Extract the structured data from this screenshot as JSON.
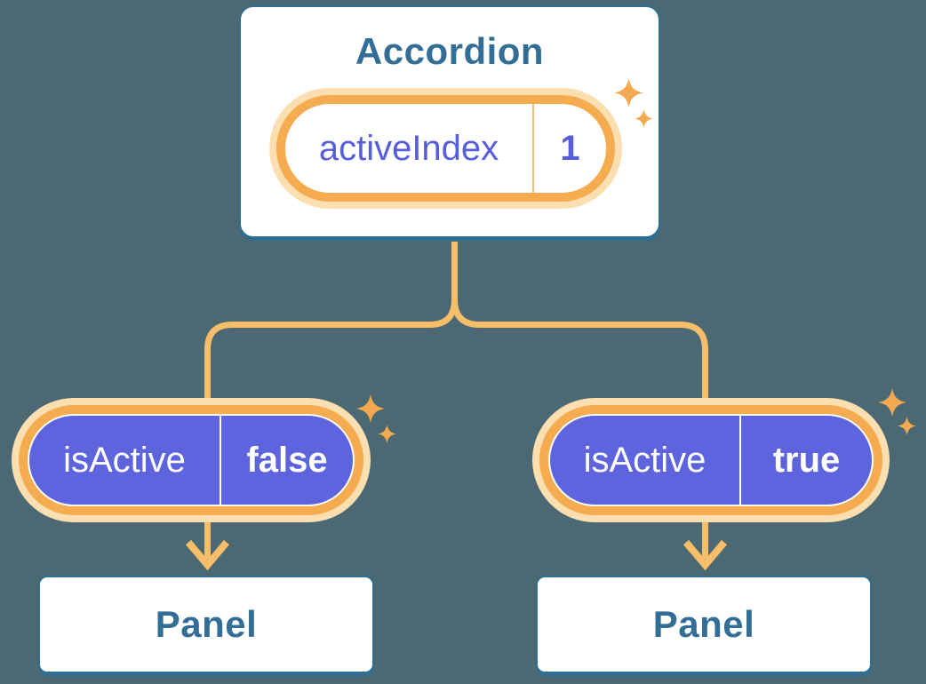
{
  "colors": {
    "background": "#4C6973",
    "node_border_blue": "#2F6D92",
    "heading_blue": "#336E96",
    "pill_purple_fill": "#5E64DE",
    "pill_purple_text": "#575EDB",
    "ring_orange": "#F5AC50",
    "halo_orange": "#FBDFB0",
    "wire_orange": "#F6BE69",
    "sparkle_orange": "#F3A94F"
  },
  "icons": {
    "sparkle": "✦ four-point star"
  },
  "diagram": {
    "root": {
      "title": "Accordion",
      "state": {
        "name": "activeIndex",
        "value": "1"
      }
    },
    "children": [
      {
        "state": {
          "name": "isActive",
          "value": "false"
        },
        "panel": {
          "title": "Panel"
        }
      },
      {
        "state": {
          "name": "isActive",
          "value": "true"
        },
        "panel": {
          "title": "Panel"
        }
      }
    ]
  }
}
